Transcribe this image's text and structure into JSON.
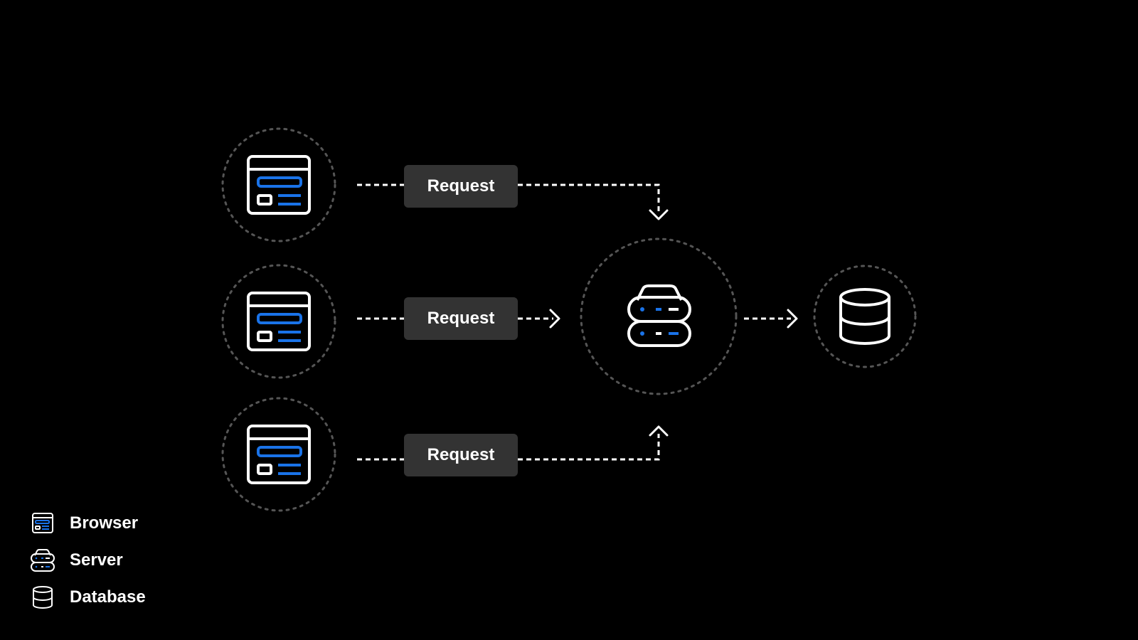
{
  "colors": {
    "background": "#000000",
    "foreground": "#ffffff",
    "accent": "#1a73e8",
    "label_background": "#333333",
    "dashed_ring": "#555555"
  },
  "requests": [
    {
      "label": "Request"
    },
    {
      "label": "Request"
    },
    {
      "label": "Request"
    }
  ],
  "nodes": {
    "browsers": [
      {
        "icon": "browser-icon"
      },
      {
        "icon": "browser-icon"
      },
      {
        "icon": "browser-icon"
      }
    ],
    "server": {
      "icon": "server-icon"
    },
    "database": {
      "icon": "database-icon"
    }
  },
  "legend": {
    "items": [
      {
        "icon": "browser-icon",
        "label": "Browser"
      },
      {
        "icon": "server-icon",
        "label": "Server"
      },
      {
        "icon": "database-icon",
        "label": "Database"
      }
    ]
  }
}
